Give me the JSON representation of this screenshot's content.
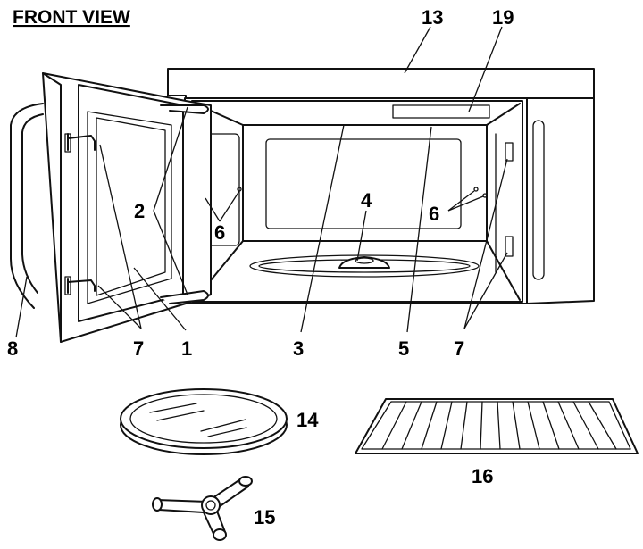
{
  "title": "FRONT VIEW",
  "callouts": {
    "c13": "13",
    "c19": "19",
    "c2": "2",
    "c6a": "6",
    "c4": "4",
    "c6b": "6",
    "c8": "8",
    "c7a": "7",
    "c1": "1",
    "c3": "3",
    "c5": "5",
    "c7b": "7",
    "c14": "14",
    "c16": "16",
    "c15": "15"
  }
}
